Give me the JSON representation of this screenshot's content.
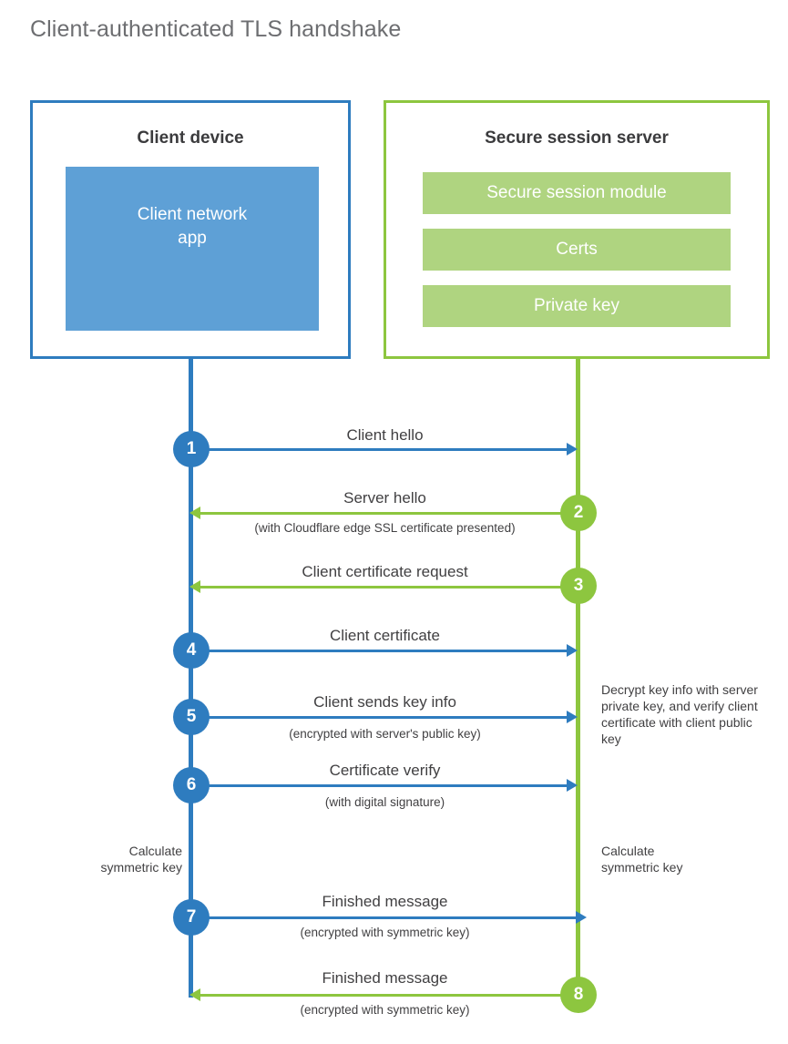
{
  "title": "Client-authenticated TLS handshake",
  "colors": {
    "blue": "#2E7CBF",
    "green": "#8DC63F",
    "blue_fill": "#5EA0D6",
    "green_fill": "#AFD480",
    "title_gray": "#6D6E71",
    "text": "#414042"
  },
  "client": {
    "title": "Client device",
    "app_label": "Client network\napp"
  },
  "server": {
    "title": "Secure session server",
    "items": [
      {
        "label": "Secure session module"
      },
      {
        "label": "Certs"
      },
      {
        "label": "Private key"
      }
    ]
  },
  "annotations": {
    "server_decrypt": "Decrypt key info with server private key, and verify client certificate with client public key",
    "client_symmetric": "Calculate symmetric key",
    "server_symmetric": "Calculate symmetric key"
  },
  "steps": [
    {
      "number": "1",
      "label": "Client hello",
      "sub": "",
      "direction": "client-to-server",
      "origin": "client"
    },
    {
      "number": "2",
      "label": "Server hello",
      "sub": "(with Cloudflare edge SSL certificate presented)",
      "direction": "server-to-client",
      "origin": "server"
    },
    {
      "number": "3",
      "label": "Client certificate request",
      "sub": "",
      "direction": "server-to-client",
      "origin": "server"
    },
    {
      "number": "4",
      "label": "Client certificate",
      "sub": "",
      "direction": "client-to-server",
      "origin": "client"
    },
    {
      "number": "5",
      "label": "Client sends key info",
      "sub": "(encrypted with server's public key)",
      "direction": "client-to-server",
      "origin": "client"
    },
    {
      "number": "6",
      "label": "Certificate verify",
      "sub": "(with digital signature)",
      "direction": "client-to-server",
      "origin": "client"
    },
    {
      "number": "7",
      "label": "Finished message",
      "sub": "(encrypted with symmetric key)",
      "direction": "client-to-server",
      "origin": "client"
    },
    {
      "number": "8",
      "label": "Finished message",
      "sub": "(encrypted with symmetric key)",
      "direction": "server-to-client",
      "origin": "server"
    }
  ]
}
